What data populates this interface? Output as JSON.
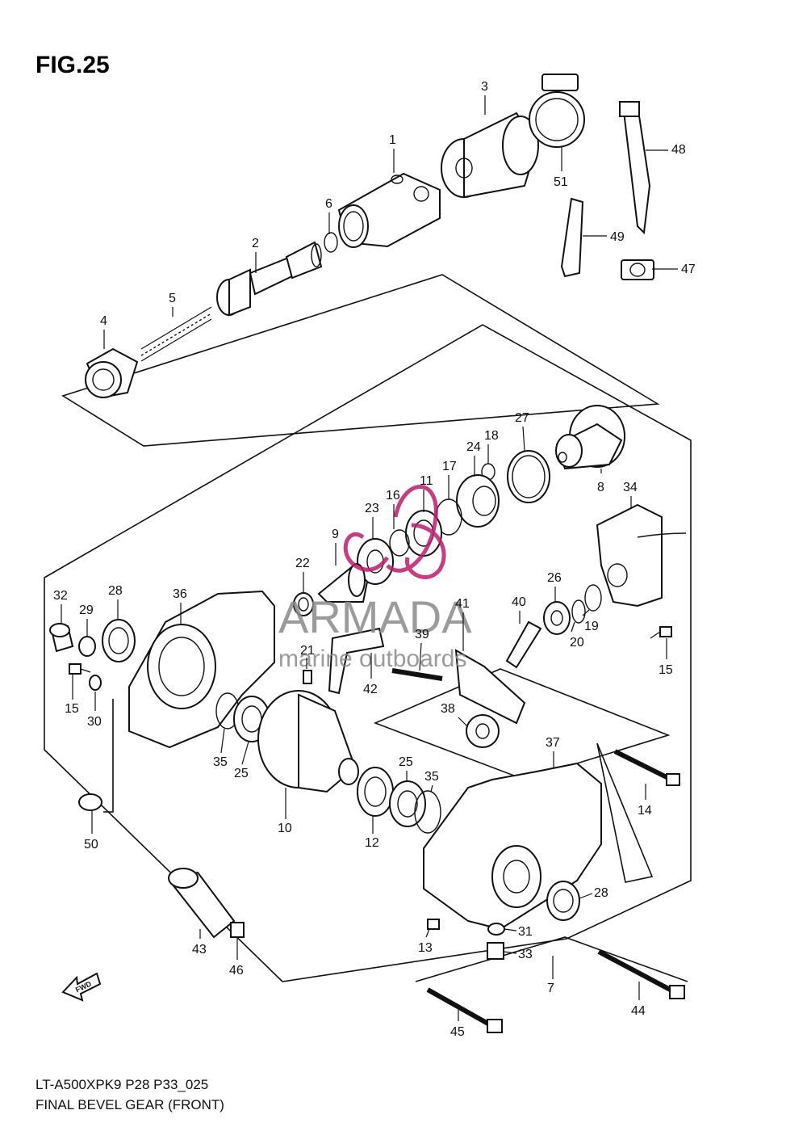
{
  "figure_title": "FIG.25",
  "footer": {
    "code": "LT-A500XPK9 P28 P33_025",
    "caption": "FINAL BEVEL GEAR (FRONT)"
  },
  "watermark": {
    "brand": "ARMADA",
    "tagline": "marine outboards",
    "color": "#c01a6e"
  },
  "fwd_label": "FWD",
  "callouts": [
    "1",
    "2",
    "3",
    "4",
    "5",
    "6",
    "7",
    "8",
    "9",
    "10",
    "11",
    "12",
    "13",
    "14",
    "15",
    "15",
    "16",
    "17",
    "18",
    "19",
    "20",
    "21",
    "22",
    "23",
    "24",
    "25",
    "25",
    "26",
    "27",
    "28",
    "28",
    "29",
    "30",
    "31",
    "32",
    "33",
    "34",
    "35",
    "35",
    "36",
    "37",
    "38",
    "39",
    "40",
    "41",
    "42",
    "43",
    "44",
    "45",
    "46",
    "47",
    "48",
    "49",
    "50",
    "51"
  ]
}
